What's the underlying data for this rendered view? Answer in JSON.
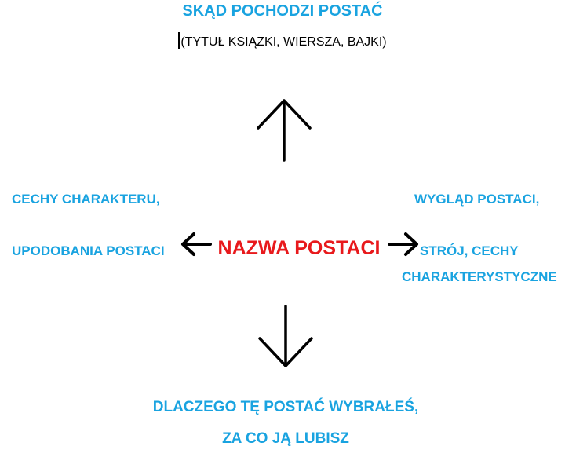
{
  "document": {
    "title": "SKĄD POCHODZI POSTAĆ",
    "subtitle": "(TYTUŁ KSIĄZKI, WIERSZA, BAJKI)",
    "center_label": "NAZWA POSTACI",
    "left": {
      "line1": "CECHY CHARAKTERU,",
      "line2": "UPODOBANIA POSTACI"
    },
    "right": {
      "line1": "WYGLĄD POSTACI,",
      "line2": "STRÓJ, CECHY",
      "line3": "CHARAKTERYSTYCZNE"
    },
    "bottom": {
      "line1": "DLACZEGO TĘ POSTAĆ WYBRAŁEŚ,",
      "line2": "ZA CO JĄ LUBISZ"
    }
  },
  "icons": {
    "up": "arrow-up-icon",
    "down": "arrow-down-icon",
    "left": "arrow-left-icon",
    "right": "arrow-right-icon"
  },
  "colors": {
    "accent_blue": "#19a3e0",
    "center_red": "#e8191c",
    "text_black": "#000000"
  }
}
